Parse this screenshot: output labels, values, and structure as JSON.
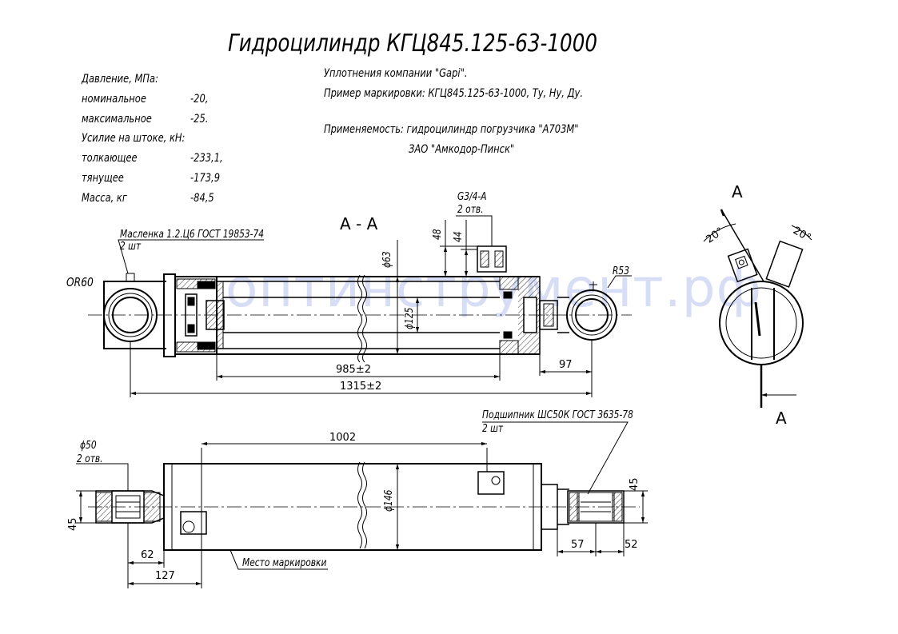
{
  "title": "Гидроцилиндр КГЦ845.125-63-1000",
  "specs": [
    {
      "label": "Давление, МПа:",
      "value": ""
    },
    {
      "label": "номинальное",
      "value": "-20,"
    },
    {
      "label": "максимальное",
      "value": "-25."
    },
    {
      "label": "Усилие на штоке, кН:",
      "value": ""
    },
    {
      "label": "толкающее",
      "value": "-233,1,"
    },
    {
      "label": "тянущее",
      "value": "-173,9"
    },
    {
      "label": "Масса, кг",
      "value": "-84,5"
    }
  ],
  "notes": {
    "seals": "Уплотнения компании \"Gapi\".",
    "marking": "Пример маркировки: КГЦ845.125-63-1000, Ту, Ну, Ду.",
    "applicability": "Применяемость: гидроцилиндр погрузчика \"A703M\"",
    "company": "ЗАО \"Амкодор-Пинск\""
  },
  "watermark": "оптинструмент.рф",
  "section": {
    "label": "А - А",
    "marker": "А"
  },
  "callouts": {
    "oiler": "Масленка 1.2.Ц6 ГОСТ 19853-74",
    "oiler_qty": "2 шт",
    "port": "G3/4-A",
    "port_qty": "2 отв.",
    "bearing": "Подшипник ШС50К ГОСТ 3635-78",
    "bearing_qty": "2 шт",
    "marking_place": "Место маркировки",
    "hole": "ϕ50",
    "hole_qty": "2 отв."
  },
  "dims": {
    "or60": "OR60",
    "r53": "R53",
    "d63": "ϕ63",
    "d125": "ϕ125",
    "d146": "ϕ146",
    "d48": "48",
    "d44": "44",
    "d985": "985±2",
    "d1315": "1315±2",
    "d97": "97",
    "d1002": "1002",
    "d45a": "45",
    "d45b": "45",
    "d62": "62",
    "d127": "127",
    "d57": "57",
    "d52": "52",
    "a20a": "20°",
    "a20b": "20°"
  }
}
